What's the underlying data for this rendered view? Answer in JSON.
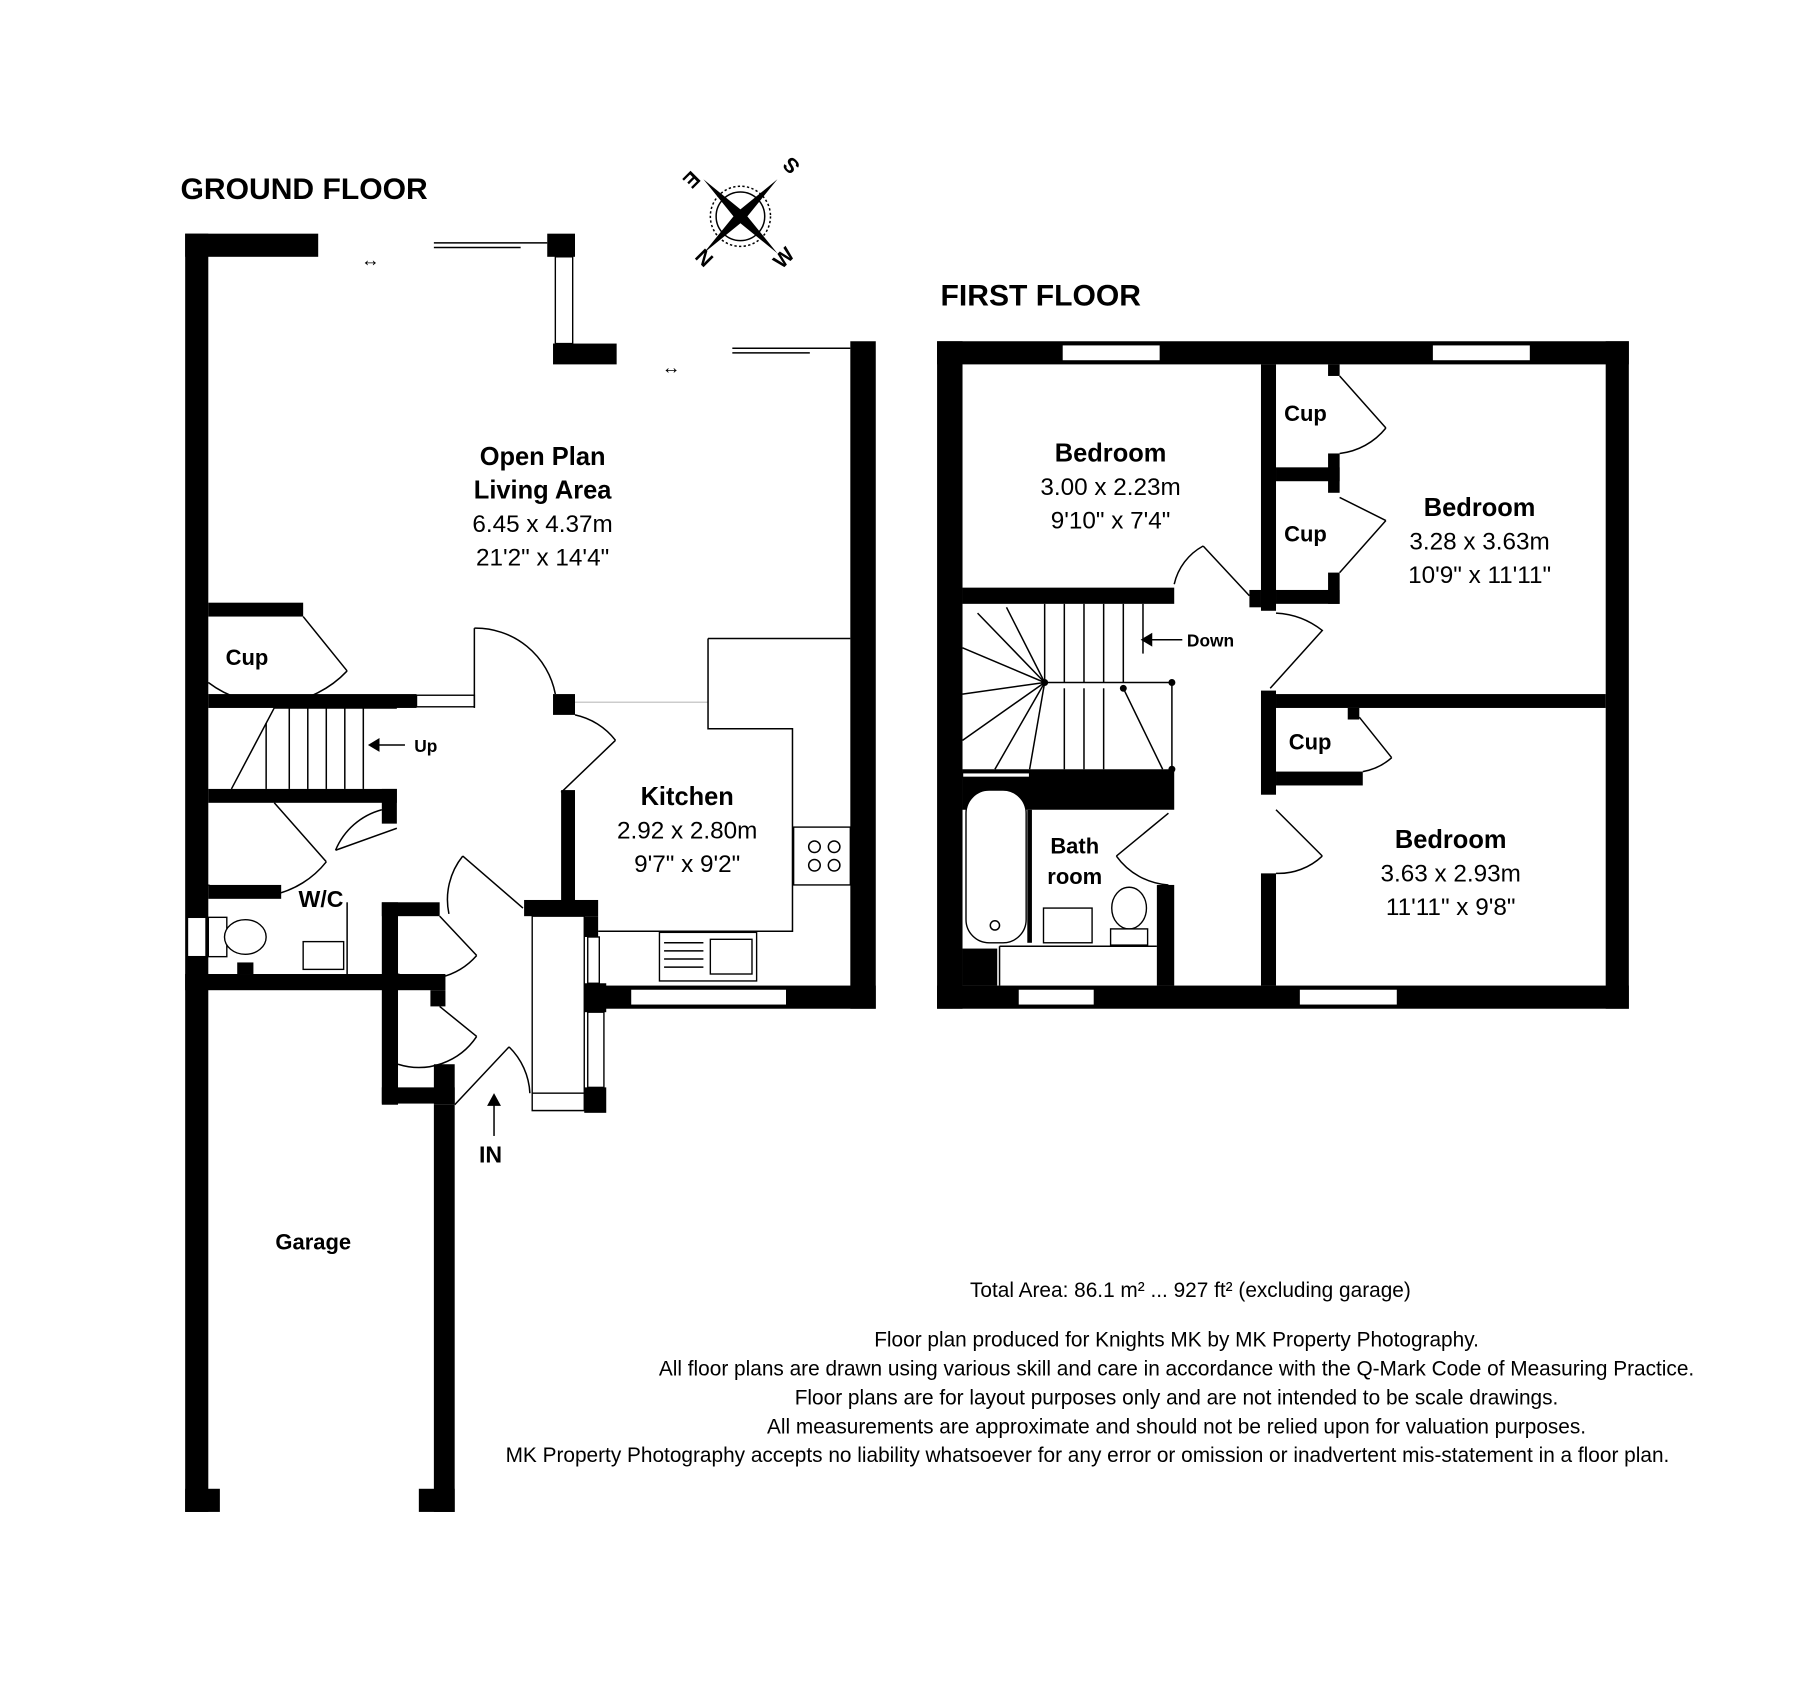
{
  "ground_floor": {
    "title": "GROUND FLOOR",
    "rooms": {
      "living": {
        "name1": "Open Plan",
        "name2": "Living Area",
        "metric": "6.45 x 4.37m",
        "imperial": "21'2\" x 14'4\""
      },
      "kitchen": {
        "name": "Kitchen",
        "metric": "2.92 x 2.80m",
        "imperial": "9'7\" x 9'2\""
      },
      "cup": "Cup",
      "wc": "W/C",
      "garage": "Garage"
    },
    "stairs_label": "Up",
    "entrance_label": "IN"
  },
  "first_floor": {
    "title": "FIRST FLOOR",
    "rooms": {
      "bedroom1": {
        "name": "Bedroom",
        "metric": "3.00 x 2.23m",
        "imperial": "9'10\" x 7'4\""
      },
      "bedroom2": {
        "name": "Bedroom",
        "metric": "3.28 x 3.63m",
        "imperial": "10'9\" x 11'11\""
      },
      "bedroom3": {
        "name": "Bedroom",
        "metric": "3.63 x 2.93m",
        "imperial": "11'11\" x 9'8\""
      },
      "bath1": "Bath",
      "bath2": "room",
      "cup": "Cup"
    },
    "stairs_label": "Down"
  },
  "compass": {
    "n": "N",
    "e": "E",
    "s": "S",
    "w": "W"
  },
  "notes": {
    "total_area": "Total Area: 86.1 m² ... 927 ft² (excluding garage)",
    "lines": [
      "Floor plan produced for Knights MK by MK Property Photography.",
      "All floor plans are drawn using various skill and care in accordance with the Q-Mark Code of Measuring Practice.",
      "Floor plans are for layout purposes only and are not intended to be scale drawings.",
      "All measurements are approximate and should not be relied upon for valuation purposes.",
      "MK Property Photography accepts no liability whatsoever for any error or omission or inadvertent mis-statement in a floor plan."
    ]
  }
}
